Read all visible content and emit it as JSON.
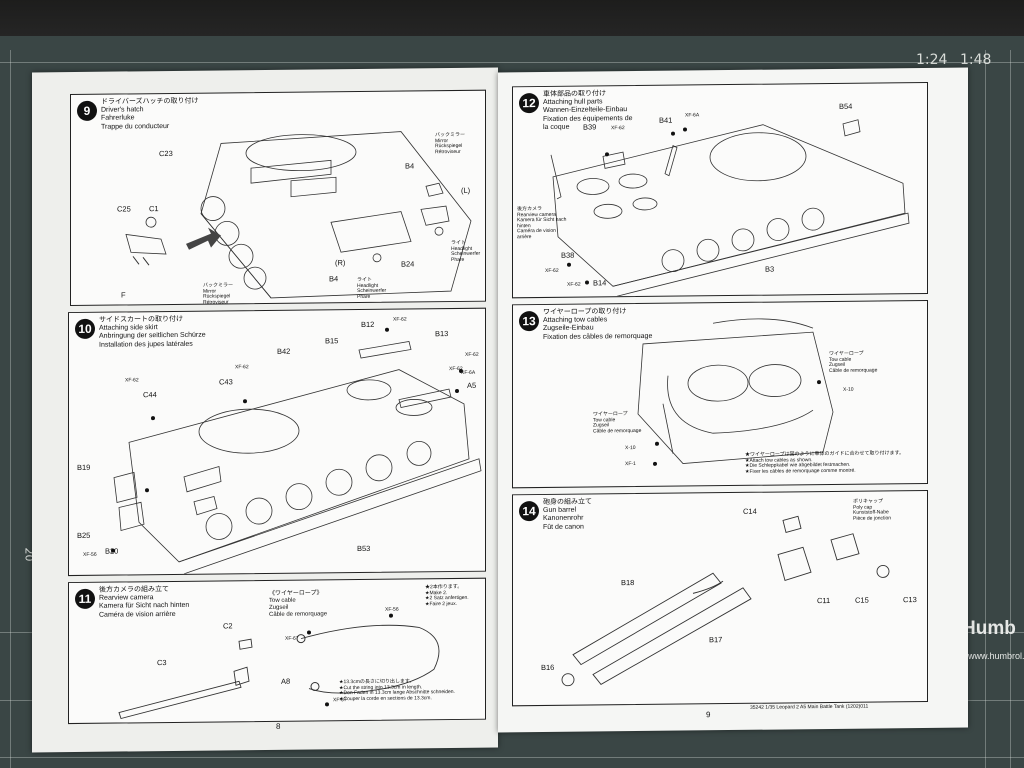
{
  "ruler": {
    "marks": [
      "1:24",
      "1:48"
    ],
    "side_number": "20"
  },
  "mat_brand": {
    "name": "Humb",
    "url": "www.humbrol.co"
  },
  "pages": [
    {
      "number": "8"
    },
    {
      "number": "9",
      "footer": "35242  1/35 Leopard 2 A5 Main Battle Tank (1202)011"
    }
  ],
  "steps": {
    "s9": {
      "number": "9",
      "title": [
        "ドライバーズハッチの取り付け",
        "Driver's hatch",
        "Fahrerluke",
        "Trappe du conducteur"
      ],
      "parts": [
        "C23",
        "C25",
        "C1",
        "F",
        "B4",
        "B4",
        "B24",
        "(R)",
        "(L)"
      ],
      "mirror_top": [
        "バックミラー",
        "Mirror",
        "Rückspiegel",
        "Rétroviseur"
      ],
      "mirror_bottom": [
        "バックミラー",
        "Mirror",
        "Rückspiegel",
        "Rétroviseur"
      ],
      "light_right": [
        "ライト",
        "Headlight",
        "Scheinwerfer",
        "Phare"
      ],
      "light_mid": [
        "ライト",
        "Headlight",
        "Scheinwerfer",
        "Phare"
      ]
    },
    "s10": {
      "number": "10",
      "title": [
        "サイドスカートの取り付け",
        "Attaching side skirt",
        "Anbringung der seitlichen Schürze",
        "Installation des jupes latérales"
      ],
      "parts": [
        "B12",
        "B13",
        "B15",
        "B42",
        "C43",
        "C44",
        "A5",
        "B19",
        "B25",
        "B20",
        "B53"
      ],
      "paints": [
        "XF-62",
        "XF-62",
        "XF-62",
        "XF-62",
        "XF-62",
        "XF-6A",
        "XF-56"
      ]
    },
    "s11": {
      "number": "11",
      "title": [
        "後方カメラの組み立て",
        "Rearview camera",
        "Kamera für Sicht nach hinten",
        "Caméra de vision arrière"
      ],
      "parts": [
        "C2",
        "C3",
        "A8"
      ],
      "tow_title": [
        "《ワイヤーロープ》",
        "Tow cable",
        "Zugseil",
        "Câble de remorquage"
      ],
      "make_note": [
        "★2本作ります。",
        "★Make 2.",
        "★2 Satz anfertigen.",
        "★Faire 2 jeux."
      ],
      "cut_note": [
        "★13.3cmの長さに切り出します。",
        "★Cut the string into 13.3cm in length.",
        "★Den Faden in 13.3cm lange Abschnitte schneiden.",
        "★Couper la corde en sections de 13.3cm."
      ],
      "paints": [
        "XF-56",
        "XF-67",
        "XF-67"
      ]
    },
    "s12": {
      "number": "12",
      "title": [
        "車体部品の取り付け",
        "Attaching hull parts",
        "Wannen-Einzelteile-Einbau",
        "Fixation des équipements de",
        "la coque"
      ],
      "parts": [
        "B39",
        "B41",
        "B54",
        "B38",
        "B14",
        "B3"
      ],
      "camera": [
        "後方カメラ",
        "Rearview camera",
        "Kamera für Sicht nach",
        "hinten",
        "Caméra de vision",
        "arrière"
      ],
      "paints": [
        "XF-6A",
        "XF-62",
        "XF-62",
        "XF-62"
      ]
    },
    "s13": {
      "number": "13",
      "title": [
        "ワイヤーロープの取り付け",
        "Attaching tow cables",
        "Zugseile-Einbau",
        "Fixation des câbles de remorquage"
      ],
      "cable_right": [
        "ワイヤーロープ",
        "Tow cable",
        "Zugseil",
        "Câble de remorquage"
      ],
      "cable_left": [
        "ワイヤーロープ",
        "Tow cable",
        "Zugseil",
        "Câble de remorquage"
      ],
      "note": [
        "★ワイヤーロープは図のように車体のガイドに合わせて取り付けます。",
        "★Attach tow cables as shown.",
        "★Die Schleppkabel wie abgebildet festmachen.",
        "★Fixer les câbles de remorquage comme montré."
      ],
      "paints": [
        "X-10",
        "X-10",
        "XF-1"
      ]
    },
    "s14": {
      "number": "14",
      "title": [
        "砲身の組み立て",
        "Gun barrel",
        "Kanonenrohr",
        "Fût de canon"
      ],
      "polycap": [
        "ポリキャップ",
        "Poly cap",
        "Kunststoff-Nabe",
        "Pièce de jonction"
      ],
      "parts": [
        "C14",
        "B18",
        "C11",
        "C15",
        "C13",
        "B17",
        "B16"
      ]
    }
  }
}
